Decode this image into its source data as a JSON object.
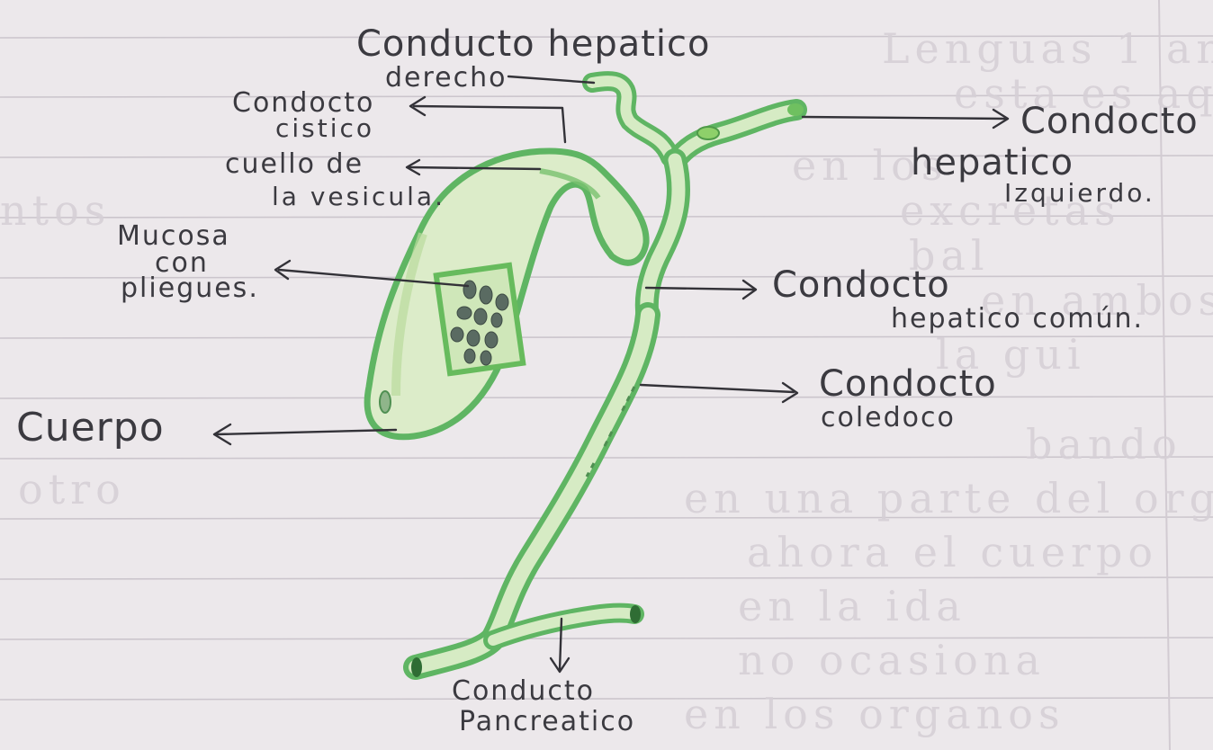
{
  "diagram": {
    "labels": {
      "hepatico_derecho_1": "Conducto hepatico",
      "hepatico_derecho_2": "derecho",
      "cistico_1": "Condocto",
      "cistico_2": "cistico",
      "cuello_1": "cuello de",
      "cuello_2": "la vesicula.",
      "mucosa_1": "Mucosa",
      "mucosa_2": "con",
      "mucosa_3": "pliegues.",
      "cuerpo": "Cuerpo",
      "hepatico_izq_1": "Condocto",
      "hepatico_izq_2": "hepatico",
      "hepatico_izq_3": "Izquierdo.",
      "hepatico_comun_1": "Condocto",
      "hepatico_comun_2": "hepatico común.",
      "coledoco_1": "Condocto",
      "coledoco_2": "coledoco",
      "pancreatico_1": "Conducto",
      "pancreatico_2": "Pancreatico"
    },
    "colors": {
      "paper": "#ece8eb",
      "ruled_line": "#c9c3ca",
      "margin_line": "#d3ccd3",
      "organ_outline": "#5fb563",
      "organ_fill": "#d9ecc8",
      "organ_dark": "#3e9a48",
      "ink": "#3b3a40",
      "mucosa_fold": "#5a6b62"
    }
  }
}
